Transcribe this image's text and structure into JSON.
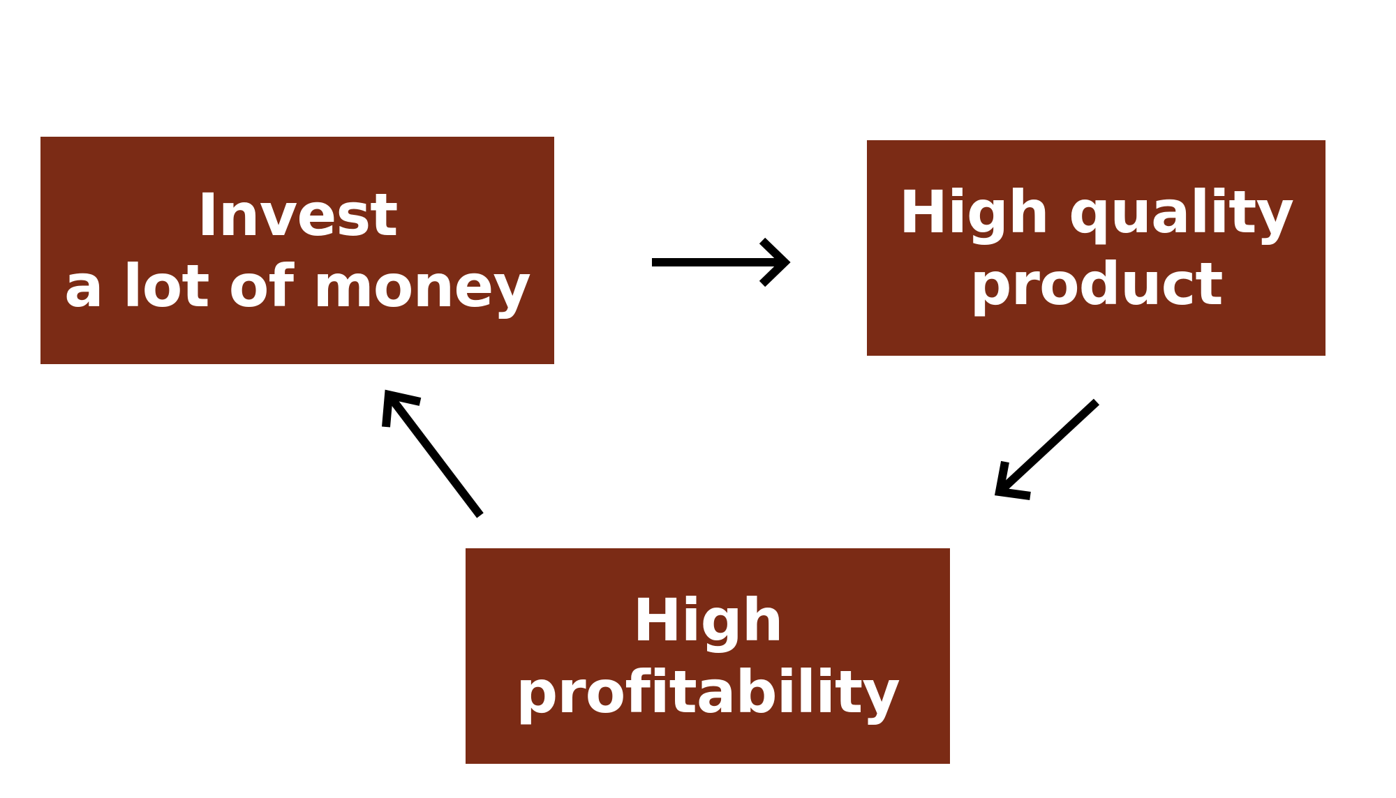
{
  "diagram": {
    "nodes": [
      {
        "id": "invest",
        "lines": [
          "Invest",
          "a lot of money"
        ]
      },
      {
        "id": "quality",
        "lines": [
          "High quality",
          "product"
        ]
      },
      {
        "id": "profit",
        "lines": [
          "High",
          "profitability"
        ]
      }
    ],
    "edges": [
      {
        "from": "invest",
        "to": "quality"
      },
      {
        "from": "quality",
        "to": "profit"
      },
      {
        "from": "profit",
        "to": "invest"
      }
    ]
  },
  "colors": {
    "box_fill": "#7b2b15",
    "box_text": "#ffffff",
    "arrow": "#000000",
    "background": "#ffffff"
  }
}
